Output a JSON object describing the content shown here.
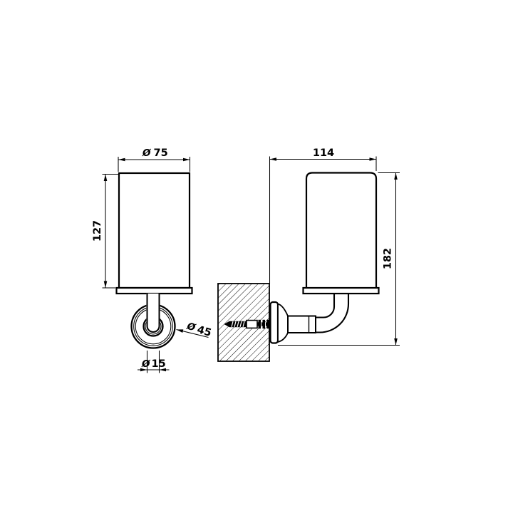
{
  "drawing": {
    "diameter_symbol": "Ø",
    "front_view": {
      "cup_diameter": "75",
      "cup_height": "127",
      "rosette_diameter": "45",
      "stem_diameter": "15"
    },
    "side_view": {
      "depth": "114",
      "overall_height": "182"
    }
  }
}
